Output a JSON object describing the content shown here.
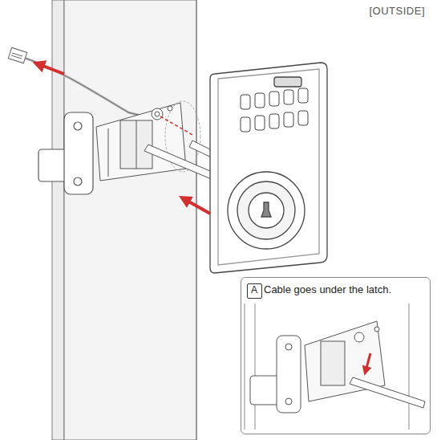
{
  "diagram": {
    "nodes": [
      {
        "text": [
          "Cable goes under the latch."
        ]
      },
      {
        "text": [
          "A"
        ],
        "in": 0
      }
    ],
    "labels": [
      "[OUTSIDE]"
    ]
  }
}
